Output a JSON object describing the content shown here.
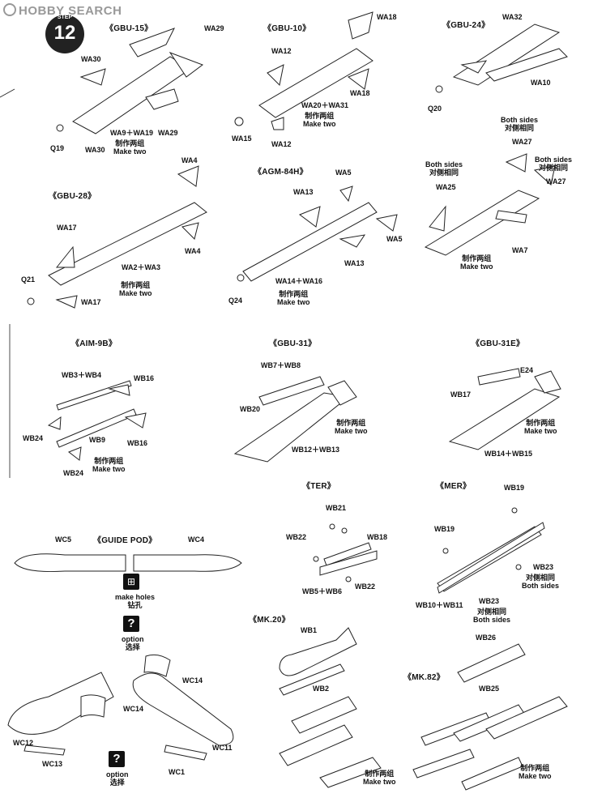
{
  "watermark": "HOBBY SEARCH",
  "step": {
    "number": "12",
    "label": "STEP"
  },
  "sections": {
    "gbu15": {
      "title": "《GBU-15》",
      "parts": [
        "WA29",
        "WA30",
        "WA9＋WA19",
        "WA29",
        "Q19",
        "WA30"
      ],
      "make_cn": "制作两组",
      "make_en": "Make two"
    },
    "gbu10": {
      "title": "《GBU-10》",
      "parts": [
        "WA18",
        "WA12",
        "WA18",
        "WA20＋WA31",
        "WA15",
        "WA12"
      ],
      "make_cn": "制作两组",
      "make_en": "Make two"
    },
    "gbu24": {
      "title": "《GBU-24》",
      "parts": [
        "WA32",
        "WA10",
        "Q20"
      ]
    },
    "gbu28": {
      "title": "《GBU-28》",
      "parts": [
        "WA4",
        "WA17",
        "WA2＋WA3",
        "WA4",
        "Q21",
        "WA17"
      ],
      "make_cn": "制作两组",
      "make_en": "Make two"
    },
    "agm84h": {
      "title": "《AGM-84H》",
      "parts": [
        "WA5",
        "WA13",
        "WA5",
        "WA13",
        "WA14＋WA16",
        "Q24"
      ],
      "make_cn": "制作两组",
      "make_en": "Make two"
    },
    "gbu24b": {
      "parts": [
        "WA27",
        "WA25",
        "WA27",
        "WA7"
      ],
      "both_en": "Both sides",
      "both_cn": "对侧相同",
      "make_cn": "制作两组",
      "make_en": "Make two"
    },
    "aim9b": {
      "title": "《AIM-9B》",
      "parts": [
        "WB3＋WB4",
        "WB16",
        "WB24",
        "WB9",
        "WB16",
        "WB24"
      ],
      "make_cn": "制作两组",
      "make_en": "Make two"
    },
    "gbu31": {
      "title": "《GBU-31》",
      "parts": [
        "WB7＋WB8",
        "WB20",
        "WB12＋WB13"
      ],
      "make_cn": "制作两组",
      "make_en": "Make two"
    },
    "gbu31e": {
      "title": "《GBU-31E》",
      "parts": [
        "E24",
        "WB17",
        "WB14＋WB15"
      ],
      "make_cn": "制作两组",
      "make_en": "Make two"
    },
    "guidepod": {
      "title": "《GUIDE POD》",
      "parts": [
        "WC5",
        "WC4",
        "WC14",
        "WC14",
        "WC12",
        "WC13",
        "WC11",
        "WC1"
      ],
      "holes_en": "make holes",
      "holes_cn": "钻孔",
      "option_en": "option",
      "option_cn": "选择"
    },
    "ter": {
      "title": "《TER》",
      "parts": [
        "WB21",
        "WB22",
        "WB18",
        "WB5＋WB6",
        "WB22"
      ]
    },
    "mer": {
      "title": "《MER》",
      "parts": [
        "WB19",
        "WB19",
        "WB23",
        "WB10＋WB11",
        "WB23"
      ],
      "both_en": "Both sides",
      "both_cn": "对侧相同"
    },
    "mk20": {
      "title": "《MK.20》",
      "parts": [
        "WB1",
        "WB2"
      ],
      "make_cn": "制作两组",
      "make_en": "Make two"
    },
    "mk82": {
      "title": "《MK.82》",
      "parts": [
        "WB26",
        "WB25"
      ],
      "make_cn": "制作两组",
      "make_en": "Make two"
    }
  }
}
